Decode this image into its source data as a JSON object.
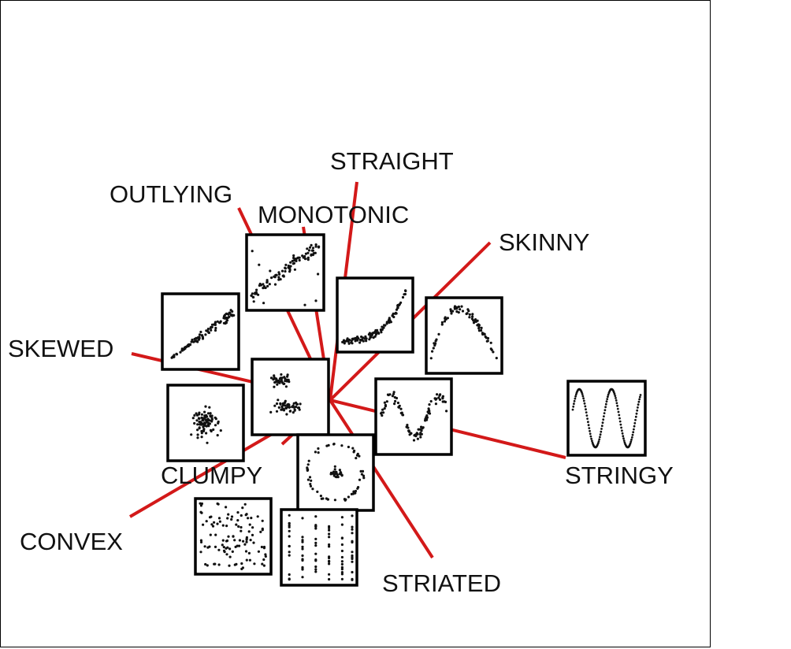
{
  "diagram": {
    "axes": [
      {
        "key": "straight",
        "label": "STRAIGHT"
      },
      {
        "key": "outlying",
        "label": "OUTLYING"
      },
      {
        "key": "monotonic",
        "label": "MONOTONIC"
      },
      {
        "key": "skinny",
        "label": "SKINNY"
      },
      {
        "key": "skewed",
        "label": "SKEWED"
      },
      {
        "key": "stringy",
        "label": "STRINGY"
      },
      {
        "key": "clumpy",
        "label": "CLUMPY"
      },
      {
        "key": "convex",
        "label": "CONVEX"
      },
      {
        "key": "striated",
        "label": "STRIATED"
      }
    ],
    "thumbnails": [
      {
        "key": "outlying-plot",
        "pattern": "rising-with-outliers"
      },
      {
        "key": "skewed-plot",
        "pattern": "rising-dense-lower-left"
      },
      {
        "key": "monotonic-plot",
        "pattern": "rising-curve"
      },
      {
        "key": "skinny-plot",
        "pattern": "arch"
      },
      {
        "key": "center-plot",
        "pattern": "two-groups"
      },
      {
        "key": "clumpy-plot",
        "pattern": "single-blob"
      },
      {
        "key": "wave-plot",
        "pattern": "peaks-and-troughs"
      },
      {
        "key": "ring-plot",
        "pattern": "ring"
      },
      {
        "key": "stringy-plot",
        "pattern": "sine"
      },
      {
        "key": "random-plot",
        "pattern": "uniform"
      },
      {
        "key": "striated-plot",
        "pattern": "vertical-stripes"
      }
    ],
    "colors": {
      "axis": "#d31919",
      "frame": "#000000",
      "point": "#111111"
    }
  }
}
